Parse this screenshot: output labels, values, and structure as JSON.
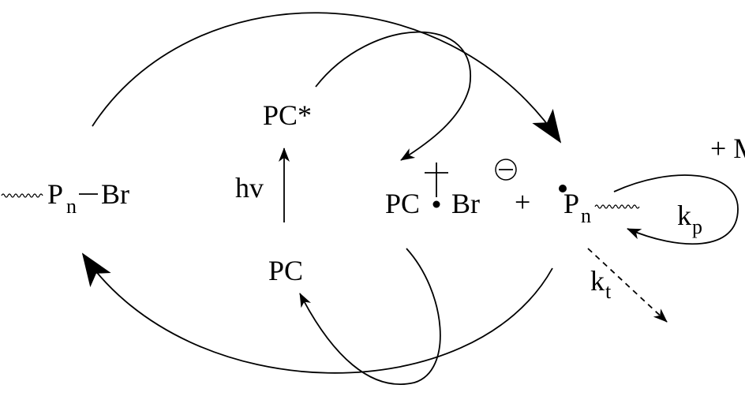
{
  "labels": {
    "pc_excited": "PC*",
    "hv": "hv",
    "pc": "PC",
    "dormant_p": "P",
    "dormant_sub": "n",
    "dormant_br": "Br",
    "pc_cation": "PC",
    "bromide": "Br",
    "plus": "+",
    "radical_p": "P",
    "radical_sub": "n",
    "plus_m": "+ M",
    "kp": "k",
    "kp_sub": "p",
    "kt": "k",
    "kt_sub": "t"
  },
  "colors": {
    "ink": "#000000",
    "background": "#ffffff"
  }
}
